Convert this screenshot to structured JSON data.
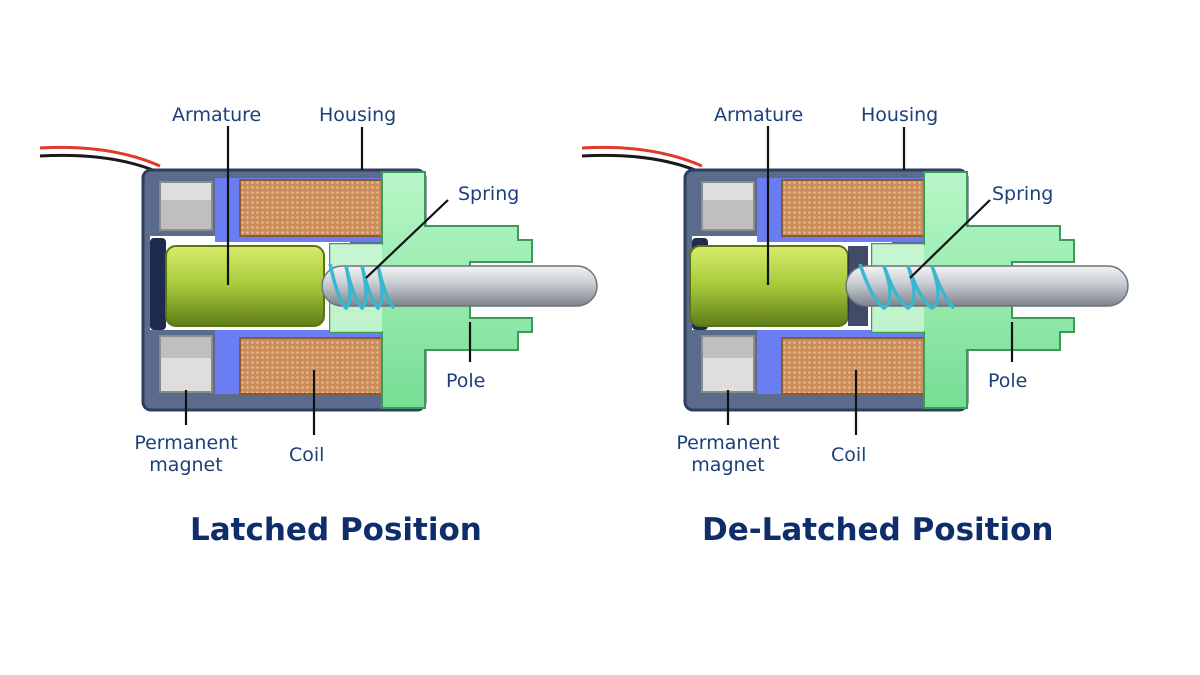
{
  "colors": {
    "label_text": "#1d3f7a",
    "caption_text": "#0f2d6b",
    "housing": "#5b6b8c",
    "housing_outline": "#2f3e60",
    "inner_lining": "#6a7df2",
    "pole": "#8ef0a8",
    "coil": "#c98c5a",
    "armature": "#a6c93a",
    "spring": "#3ab7cf",
    "shaft": "#b9bec4",
    "magnet": "#dedede",
    "wire_red": "#e23a2a",
    "wire_black": "#1a1a1a"
  },
  "diagrams": [
    {
      "caption": "Latched Position",
      "labels": {
        "armature": "Armature",
        "housing": "Housing",
        "spring": "Spring",
        "pole": "Pole",
        "permanent_magnet_line1": "Permanent",
        "permanent_magnet_line2": "magnet",
        "coil": "Coil"
      }
    },
    {
      "caption": "De-Latched Position",
      "labels": {
        "armature": "Armature",
        "housing": "Housing",
        "spring": "Spring",
        "pole": "Pole",
        "permanent_magnet_line1": "Permanent",
        "permanent_magnet_line2": "magnet",
        "coil": "Coil"
      }
    }
  ]
}
